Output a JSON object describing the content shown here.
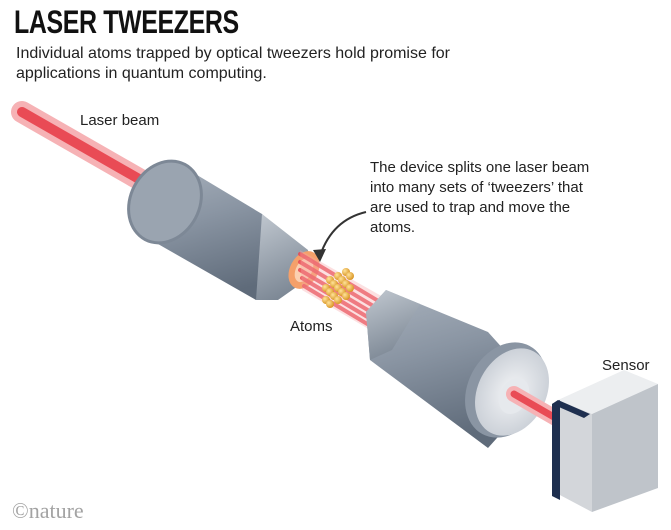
{
  "header": {
    "title": "LASER TWEEZERS",
    "subtitle": "Individual atoms trapped by optical tweezers hold promise for applications in quantum computing."
  },
  "labels": {
    "laser_beam": "Laser beam",
    "annotation": "The device splits one laser beam into many sets of ‘tweezers’ that are used to trap and move the atoms.",
    "atoms": "Atoms",
    "sensor": "Sensor"
  },
  "credit": {
    "symbol": "©",
    "brand": "nature"
  },
  "colors": {
    "beam": "#e94b55",
    "beam_glow": "#f6a6a9",
    "lens_body": "#8c97a5",
    "atom": "#f2b33d",
    "sensor_face": "#d3d6da",
    "sensor_plate": "#1e2f4f"
  }
}
